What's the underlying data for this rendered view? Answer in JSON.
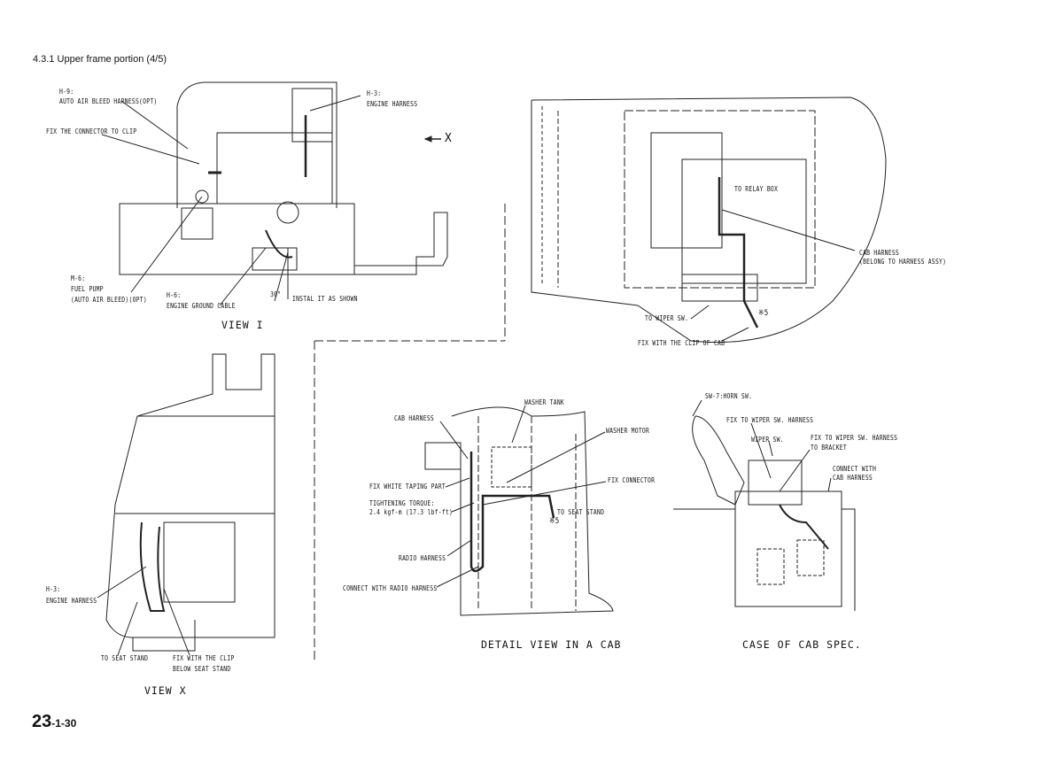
{
  "header": {
    "title": "4.3.1 Upper frame portion (4/5)"
  },
  "view_i": {
    "caption": "VIEW I",
    "labels": {
      "h9_code": "H-9:",
      "h9_name": "AUTO AIR BLEED HARNESS(OPT)",
      "fix_connector": "FIX THE CONNECTOR TO CLIP",
      "h3_code": "H-3:",
      "h3_name": "ENGINE HARNESS",
      "arrow_x": "X",
      "m6_code": "M-6:",
      "m6_name": "FUEL PUMP",
      "m6_note": "(AUTO AIR BLEED)(OPT)",
      "h6_code": "H-6:",
      "h6_name": "ENGINE GROUND CABLE",
      "angle": "30°",
      "install": "INSTAL IT AS SHOWN"
    }
  },
  "top_view": {
    "labels": {
      "relay": "TO RELAY BOX",
      "cab_harness": "CAB HARNESS",
      "cab_harness_note": "(BELONG TO HARNESS ASSY)",
      "wiper": "TO WIPER SW.",
      "mark": "※5",
      "clip": "FIX WITH THE CLIP OF CAB"
    }
  },
  "view_x": {
    "caption": "VIEW X",
    "labels": {
      "h3_code": "H-3:",
      "h3_name": "ENGINE HARNESS",
      "seat": "TO SEAT STAND",
      "clip": "FIX WITH THE CLIP",
      "clip2": "BELOW SEAT STAND"
    }
  },
  "detail_view": {
    "caption": "DETAIL VIEW IN A CAB",
    "labels": {
      "washer_tank": "WASHER TANK",
      "cab_harness": "CAB HARNESS",
      "washer_motor": "WASHER MOTOR",
      "fix_connector": "FIX CONNECTOR",
      "fix_white": "FIX WHITE TAPING PART",
      "torque": "TIGHTENING TORQUE:",
      "torque_value": "2.4 kgf-m (17.3 lbf-ft)",
      "seat": "TO SEAT STAND",
      "mark": "※5",
      "radio": "RADIO HARNESS",
      "connect_radio": "CONNECT WITH RADIO HARNESS"
    }
  },
  "case_view": {
    "caption": "CASE OF CAB SPEC.",
    "labels": {
      "horn": "SW-7:HORN SW.",
      "fix_wiper": "FIX TO WIPER SW. HARNESS",
      "wiper": "WIPER SW.",
      "fix_bracket": "FIX TO WIPER SW. HARNESS",
      "fix_bracket2": "TO BRACKET",
      "connect": "CONNECT WITH",
      "connect2": "CAB HARNESS"
    }
  },
  "footer": {
    "page_main": "23",
    "page_sub": "-1-30"
  }
}
